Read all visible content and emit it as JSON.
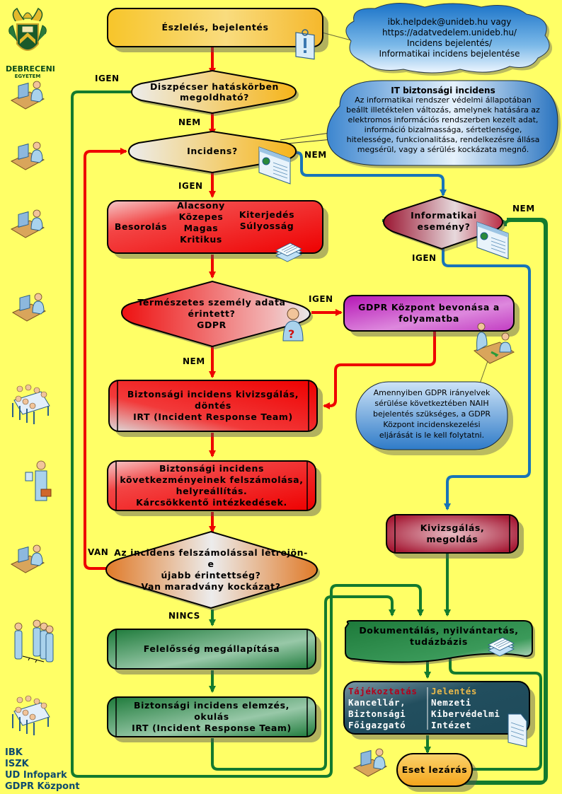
{
  "organization": {
    "line1": "DEBRECENI",
    "line2": "EGYETEM"
  },
  "colors": {
    "background": "#ffff66",
    "red_flow": "#ee0000",
    "green_flow": "#137a2e",
    "blue_flow": "#1874b8"
  },
  "nodes": {
    "detect": "Észlelés, bejelentés",
    "dispatcher_q": [
      "Diszpécser hatáskörben",
      "megoldható?"
    ],
    "incident_q": "Incidens?",
    "classification": {
      "left": "Besorolás",
      "levels": [
        "Alacsony",
        "Közepes",
        "Magas",
        "Kritikus"
      ],
      "right": [
        "Kiterjedés",
        "Súlyosság"
      ]
    },
    "gdpr_q": [
      "Természetes személy adata",
      "érintett?",
      "GDPR"
    ],
    "gdpr_center": [
      "GDPR Központ bevonása a",
      "folyamatba"
    ],
    "investigate": [
      "Biztonsági incidens kivizsgálás,",
      "döntés",
      "IRT (Incident Response Team)"
    ],
    "remediate": [
      "Biztonsági incidens",
      "következményeinek felszámolása,",
      "helyreállítás.",
      "Kárcsökkentő intézkedések."
    ],
    "residual_q": [
      "Az incidens felszámolással létrejön-e",
      "újabb érintettség?",
      "Van maradvány kockázat?"
    ],
    "responsibility": "Felelősség megállapítása",
    "analysis": [
      "Biztonsági incidens elemzés,",
      "okulás",
      "IRT (Incident Response Team)"
    ],
    "it_event_q": [
      "Informatikai",
      "esemény?"
    ],
    "examine_solve": [
      "Kivizsgálás,",
      "megoldás"
    ],
    "document": [
      "Dokumentálás, nyilvántartás,",
      "tudázbázis"
    ],
    "inform": {
      "left_title": "Tájékoztatás",
      "left_lines": [
        "Kancellár,",
        "Biztonsági",
        "Főigazgató"
      ],
      "right_title": "Jelentés",
      "right_lines": [
        "Nemzeti",
        "Kibervédelmi",
        "Intézet"
      ],
      "left_title_color": "#b3001b",
      "right_title_color": "#e8b84a"
    },
    "close": "Eset lezárás"
  },
  "callouts": {
    "report_channel": [
      "ibk.helpdek@unideb.hu vagy",
      "https://adatvedelem.unideb.hu/",
      "Incidens bejelentés/",
      "Informatikai incidens bejelentése"
    ],
    "it_incident_title": "IT biztonsági incidens",
    "it_incident_body": [
      "Az informatikai rendszer védelmi állapotában",
      "beállt illetéktelen változás, amelynek hatására az",
      "elektromos információs rendszerben kezelt adat,",
      "információ bizalmassága, sértetlensége,",
      "hitelessége, funkcionalitása, rendelkezésre állása",
      "megsérül, vagy a sérülés kockázata megnő."
    ],
    "gdpr_note": [
      "Amennyiben GDPR irányelvek",
      "sérülése következtében NAIH",
      "bejelentés szükséges, a GDPR",
      "Központ incidenskezelési",
      "eljárását is le kell folytatni."
    ]
  },
  "edge_labels": {
    "dispatcher_yes": "IGEN",
    "dispatcher_no": "NEM",
    "incident_yes": "IGEN",
    "incident_no": "NEM",
    "gdpr_yes": "IGEN",
    "gdpr_no": "NEM",
    "it_event_yes": "IGEN",
    "it_event_no": "NEM",
    "residual_yes": "VAN",
    "residual_no": "NINCS"
  },
  "legend": [
    "IBK",
    "ISZK",
    "UD Infopark",
    "GDPR Központ"
  ],
  "actor_icons": [
    "operator-at-desk",
    "operator-at-desk",
    "operator-at-desk",
    "operator-at-desk",
    "meeting-table",
    "person-with-briefcase",
    "operator-at-desk",
    "team-group",
    "meeting-table",
    "operator-at-desk"
  ],
  "decor_icons": [
    "clipboard-alert",
    "web-page",
    "documents-stack",
    "person-question",
    "web-page",
    "handover-desk",
    "documents-stack",
    "document-page"
  ]
}
